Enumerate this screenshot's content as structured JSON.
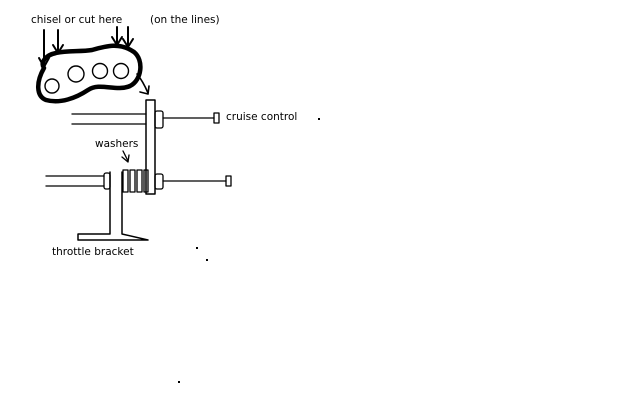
{
  "labels": {
    "chisel": "chisel or cut here",
    "on_lines": "(on the lines)",
    "cruise": "cruise control",
    "washers": "washers",
    "bracket": "throttle bracket"
  },
  "colors": {
    "ink": "#000000",
    "background": "#ffffff"
  }
}
